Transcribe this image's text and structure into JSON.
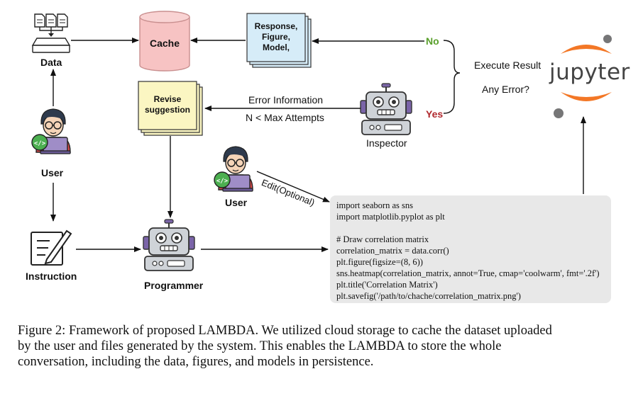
{
  "nodes": {
    "data_label": "Data",
    "cache_label": "Cache",
    "response_box": [
      "Response,",
      "Figure,",
      "Model,"
    ],
    "revise_box": [
      "Revise",
      "suggestion"
    ],
    "user_label": "User",
    "user2_label": "User",
    "instruction_label": "Instruction",
    "programmer_label": "Programmer",
    "inspector_label": "Inspector",
    "jupyter_word": "jupyter"
  },
  "edges": {
    "no_label": "No",
    "yes_label": "Yes",
    "execute_result": "Execute Result",
    "any_error": "Any Error?",
    "error_information": "Error Information",
    "max_attempts": "N < Max Attempts",
    "edit_optional": "Edit(Optional)"
  },
  "code": [
    "import seaborn as sns",
    "import matplotlib.pyplot as plt",
    "",
    "# Draw correlation matrix",
    "correlation_matrix = data.corr()",
    "plt.figure(figsize=(8, 6))",
    "sns.heatmap(correlation_matrix, annot=True, cmap='coolwarm', fmt='.2f')",
    "plt.title('Correlation Matrix')",
    "plt.savefig('/path/to/chache/correlation_matrix.png')"
  ],
  "caption": [
    "Figure 2: Framework of proposed LAMBDA. We utilized cloud storage to cache the dataset uploaded",
    "by the user and files generated by the system.  This enables the LAMBDA to store the whole",
    "conversation, including the data, figures, and models in persistence."
  ],
  "colors": {
    "cache_fill": "#f7c3c3",
    "response_fill": "#d6ecf8",
    "revise_fill": "#fbf6c2",
    "robot_body": "#cfd3d8",
    "robot_accent": "#7a64a8",
    "no_color": "#5aa02c",
    "yes_color": "#b0282d",
    "jupyter_orange": "#f37726",
    "jupyter_gray": "#767677",
    "code_bg": "#e8e8e8"
  }
}
